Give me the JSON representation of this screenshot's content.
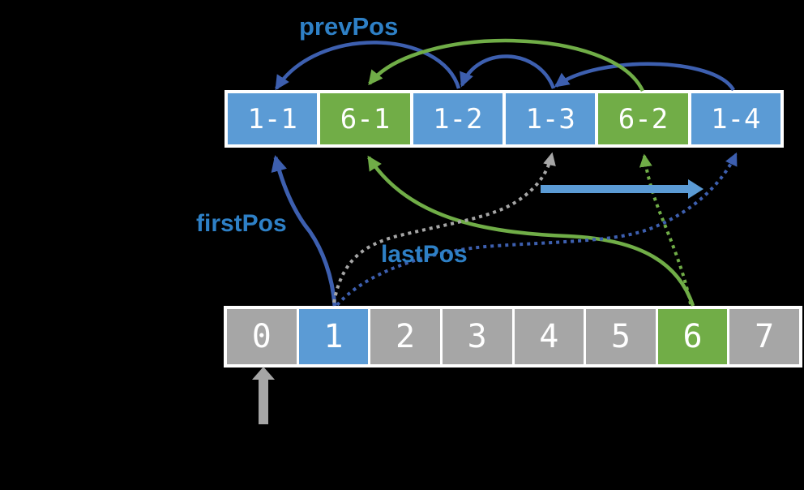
{
  "labels": {
    "prevPos": "prevPos",
    "firstPos": "firstPos",
    "lastPos": "lastPos"
  },
  "top_row": {
    "cells": [
      {
        "label": "1-1",
        "color": "blue"
      },
      {
        "label": "6-1",
        "color": "green"
      },
      {
        "label": "1-2",
        "color": "blue"
      },
      {
        "label": "1-3",
        "color": "blue"
      },
      {
        "label": "6-2",
        "color": "green"
      },
      {
        "label": "1-4",
        "color": "blue"
      }
    ]
  },
  "bottom_row": {
    "cells": [
      {
        "label": "0",
        "color": "gray"
      },
      {
        "label": "1",
        "color": "blue"
      },
      {
        "label": "2",
        "color": "gray"
      },
      {
        "label": "3",
        "color": "gray"
      },
      {
        "label": "4",
        "color": "gray"
      },
      {
        "label": "5",
        "color": "gray"
      },
      {
        "label": "6",
        "color": "green"
      },
      {
        "label": "7",
        "color": "gray"
      }
    ]
  },
  "colors": {
    "background": "#000000",
    "box_blue": "#5B9BD5",
    "box_green": "#71AD47",
    "cell_gray": "#A6A6A6",
    "border_white": "#FFFFFF",
    "text_white": "#FFFFFF",
    "label_blue": "#2E80C6",
    "connector_blue": "#3D5FAF",
    "connector_green": "#70AD47",
    "connector_gray": "#A6A6A6",
    "thick_arrow_blue": "#5B9BD5"
  },
  "edges": [
    {
      "from": "1-2",
      "to": "1-1",
      "style": "solid-arc",
      "color": "blue",
      "meaning": "prevPos"
    },
    {
      "from": "1-3",
      "to": "1-2",
      "style": "solid-arc",
      "color": "blue",
      "meaning": "prevPos"
    },
    {
      "from": "1-4",
      "to": "1-3",
      "style": "solid-arc",
      "color": "blue",
      "meaning": "prevPos"
    },
    {
      "from": "6-2",
      "to": "6-1",
      "style": "solid-arc",
      "color": "green",
      "meaning": "prevPos"
    },
    {
      "from": "array[1]",
      "to": "1-1",
      "style": "solid-curve",
      "color": "blue",
      "meaning": "firstPos"
    },
    {
      "from": "array[6]",
      "to": "6-1",
      "style": "solid-curve",
      "color": "green",
      "meaning": "firstPos"
    },
    {
      "from": "array[1]",
      "to": "1-3",
      "style": "dotted-curve",
      "color": "gray",
      "meaning": "lastPos (old)"
    },
    {
      "from": "array[1]",
      "to": "1-4",
      "style": "dotted-curve",
      "color": "blue",
      "meaning": "lastPos"
    },
    {
      "from": "array[6]",
      "to": "6-2",
      "style": "dotted-curve",
      "color": "green",
      "meaning": "lastPos"
    },
    {
      "from": "1-3",
      "to": "1-4",
      "style": "thick-arrow",
      "color": "light-blue",
      "meaning": "lastPos advances right"
    },
    {
      "from": "below",
      "to": "array[0]",
      "style": "block-arrow",
      "color": "gray",
      "meaning": "pointer at index 0"
    }
  ]
}
